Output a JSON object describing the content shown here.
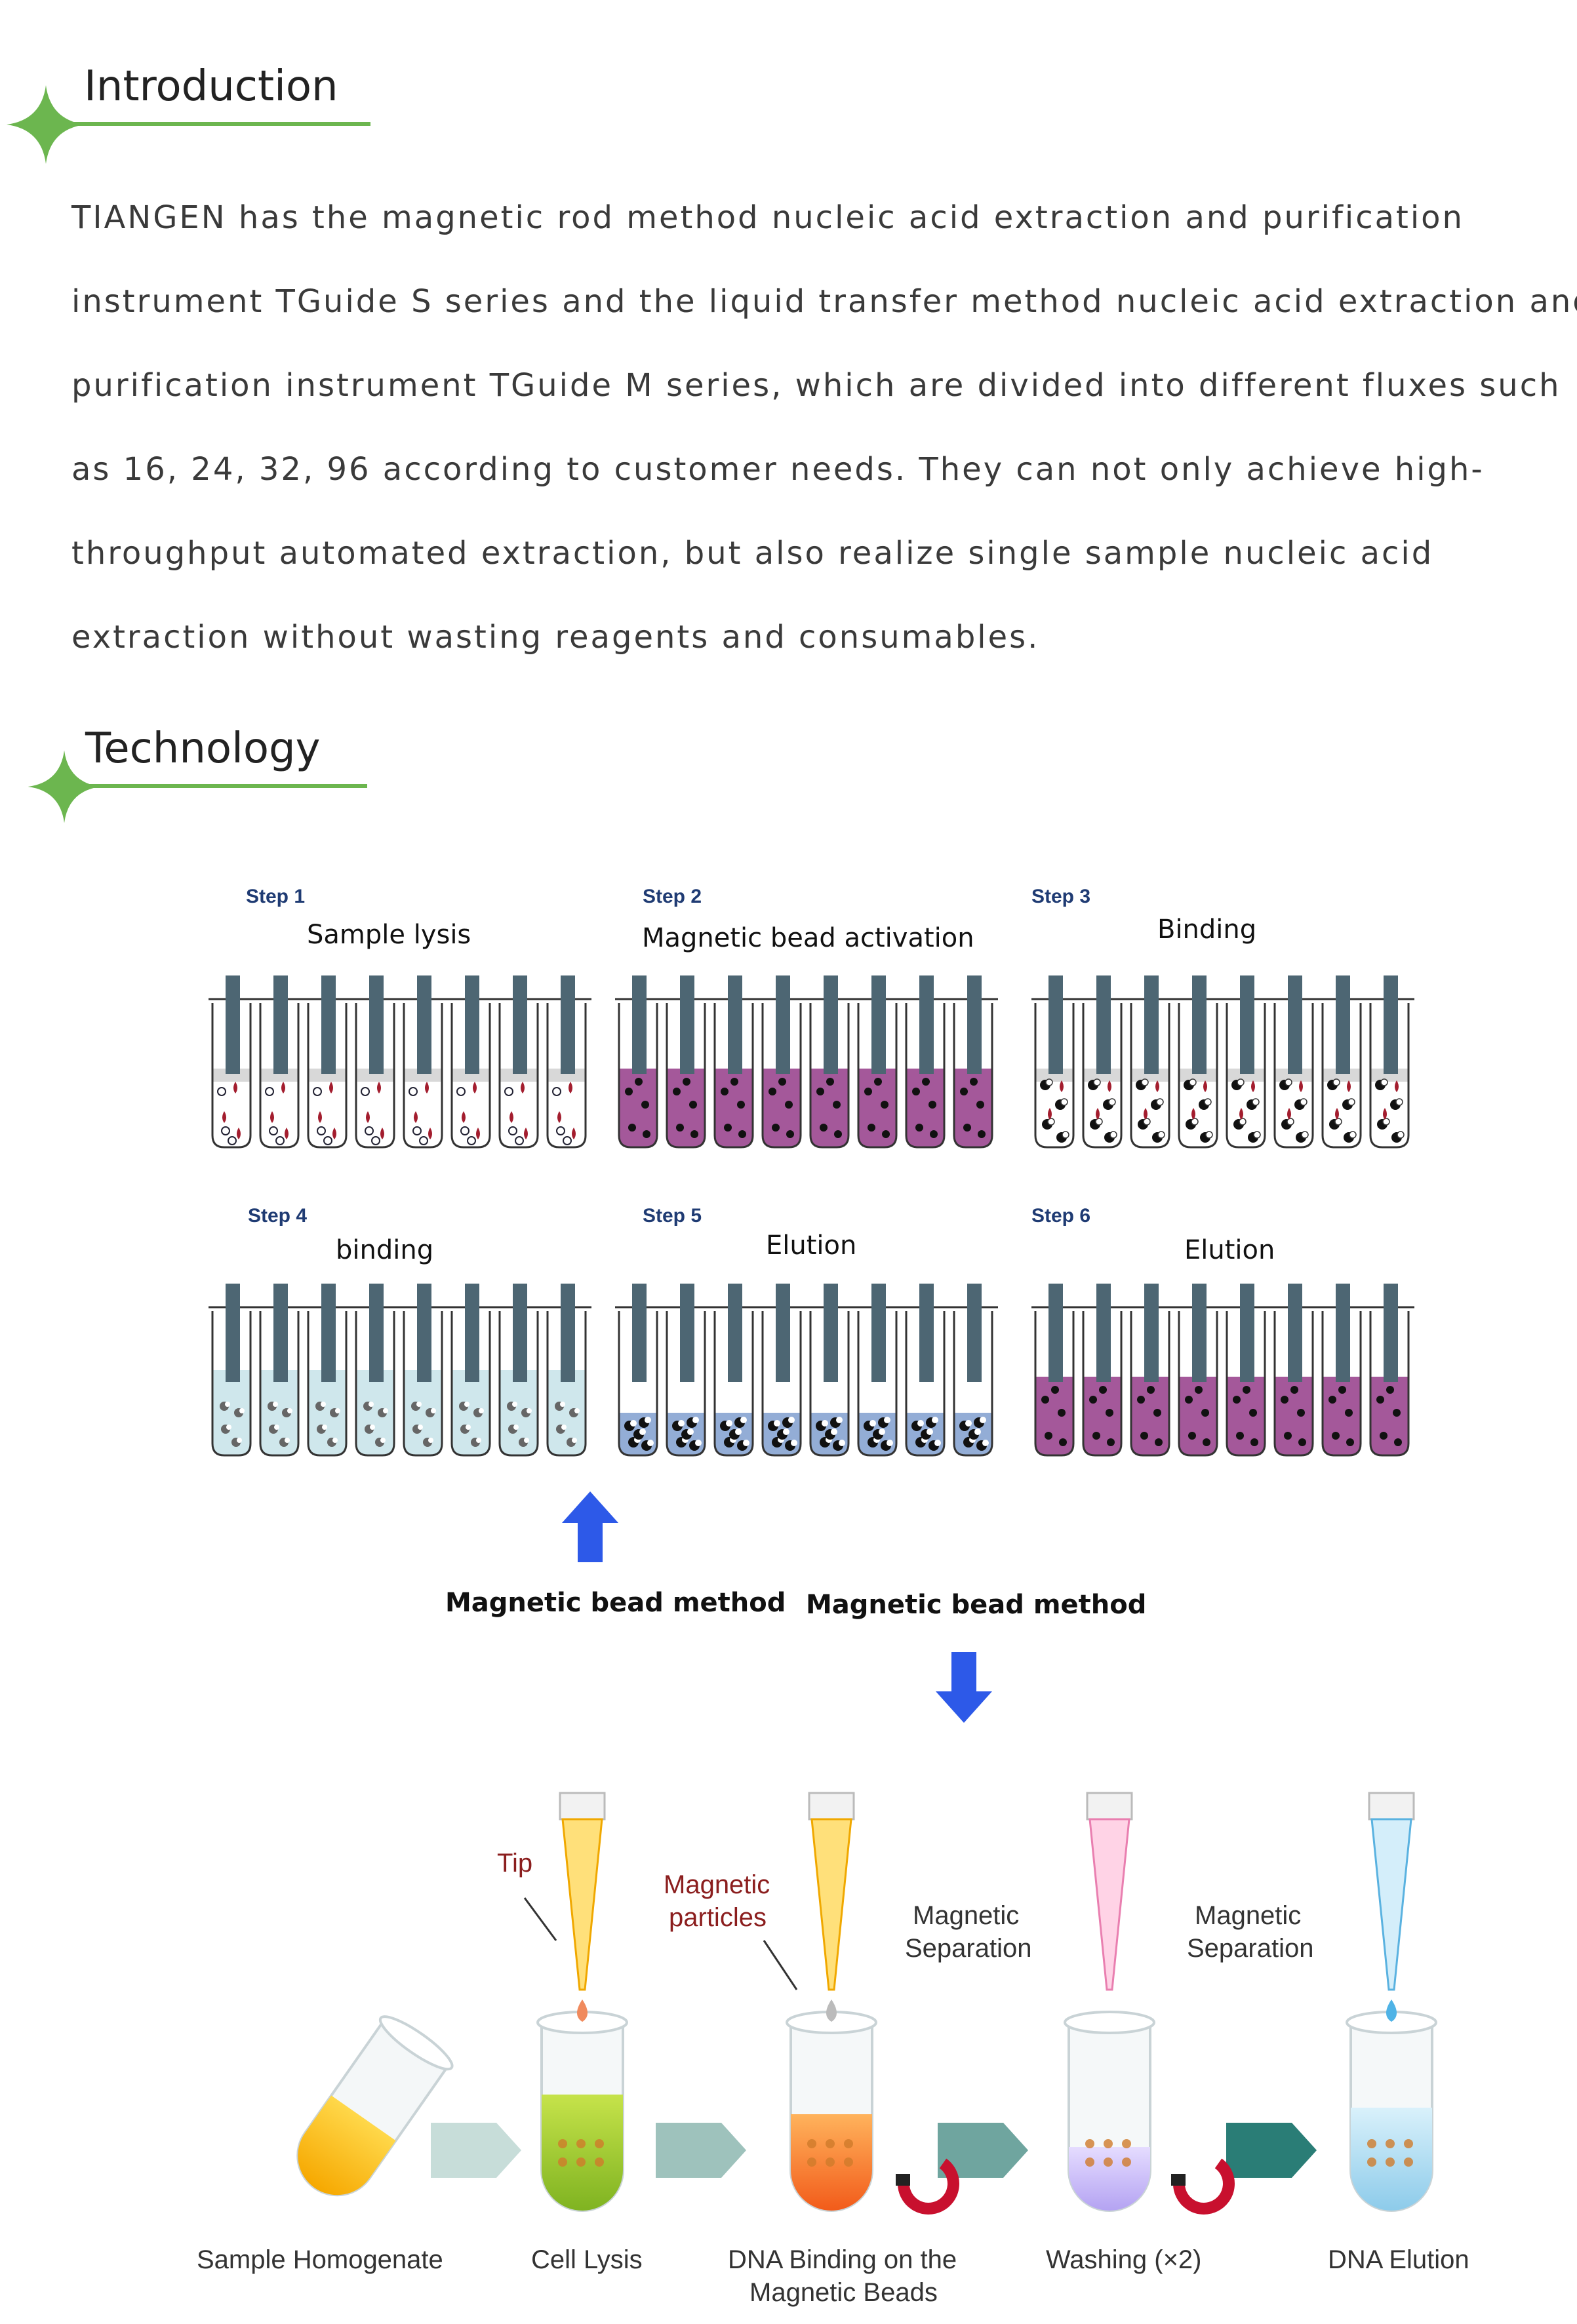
{
  "sections": {
    "intro_title": "Introduction",
    "tech_title": "Technology"
  },
  "intro": {
    "lines": [
      "TIANGEN has the magnetic rod method nucleic acid extraction and purification",
      "instrument TGuide S series and the liquid transfer method nucleic acid extraction and",
      "purification instrument TGuide M series, which are divided into different fluxes such",
      "as 16, 24, 32, 96 according to customer needs. They can not only achieve high-",
      "throughput automated extraction, but also realize single sample nucleic acid",
      "extraction without wasting reagents and consumables."
    ]
  },
  "steps": [
    {
      "num": "Step 1",
      "name": "Sample lysis"
    },
    {
      "num": "Step 2",
      "name": "Magnetic bead activation"
    },
    {
      "num": "Step 3",
      "name": "Binding"
    },
    {
      "num": "Step 4",
      "name": "binding"
    },
    {
      "num": "Step 5",
      "name": "Elution"
    },
    {
      "num": "Step 6",
      "name": "Elution"
    }
  ],
  "methods": {
    "left": "Magnetic bead method",
    "right": "Magnetic bead method"
  },
  "flow": {
    "tip_label": "Tip",
    "particles_line1": "Magnetic",
    "particles_line2": "particles",
    "sep1_line1": "Magnetic",
    "sep1_line2": "Separation",
    "sep2_line1": "Magnetic",
    "sep2_line2": "Separation",
    "stages": [
      {
        "line1": "Sample Homogenate",
        "line2": ""
      },
      {
        "line1": "Cell Lysis",
        "line2": ""
      },
      {
        "line1": "DNA Binding on the",
        "line2": "Magnetic Beads"
      },
      {
        "line1": "Washing (×2)",
        "line2": ""
      },
      {
        "line1": "DNA Elution",
        "line2": ""
      }
    ]
  },
  "colors": {
    "accent_green": "#6cb64f",
    "tube_cap": "#4d6673",
    "magenta_fluid": "#a4589a",
    "light_blue_fluid": "#cfe7ec",
    "blue_fluid": "#93add6",
    "arrow_blue": "#2d59e8",
    "lysate_red": "#a31d2e"
  }
}
